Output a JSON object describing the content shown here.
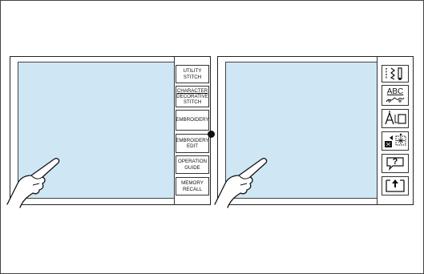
{
  "left_panel": {
    "buttons": [
      {
        "label": "UTILITY\nSTITCH"
      },
      {
        "label_top": "CHARACTER",
        "label_bottom": "DECORATIVE\nSTITCH"
      },
      {
        "label": "EMBROIDERY"
      },
      {
        "label": "EMBROIDERY\nEDIT"
      },
      {
        "label": "OPERATION\nGUIDE"
      },
      {
        "label": "MEMORY\nRECALL"
      }
    ]
  },
  "right_panel": {
    "icons": [
      {
        "name": "utility-stitch-icon"
      },
      {
        "name": "character-decorative-icon",
        "text": "ABC"
      },
      {
        "name": "embroidery-icon"
      },
      {
        "name": "embroidery-edit-icon"
      },
      {
        "name": "operation-guide-icon",
        "text": "?"
      },
      {
        "name": "memory-recall-icon"
      }
    ]
  }
}
